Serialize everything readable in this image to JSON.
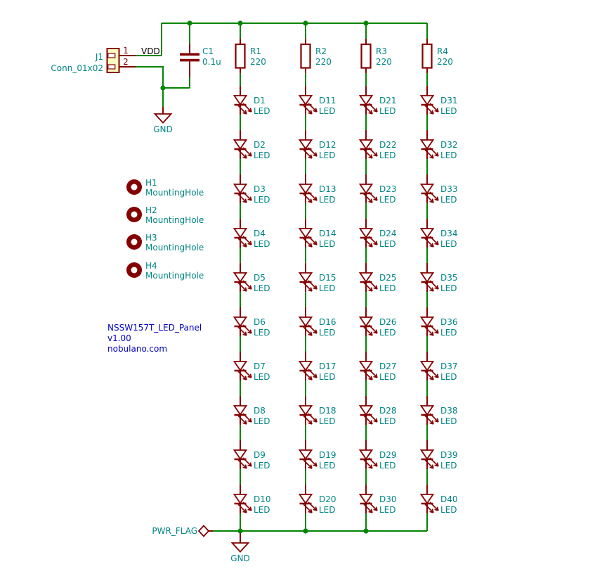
{
  "palette": {
    "background": "#FFFFFF",
    "wire": "#008400",
    "symbol": "#840000",
    "field_text": "#008484",
    "note_text": "#0000C2",
    "net_label_text": "#000000",
    "body_fill": "#FFFFC2"
  },
  "connector": {
    "ref": "J1",
    "value": "Conn_01x02",
    "pin1": "1",
    "pin2": "2"
  },
  "net_label_vdd": "VDD",
  "capacitor": {
    "ref": "C1",
    "value": "0.1u"
  },
  "gnd_top": "GND",
  "gnd_bottom": "GND",
  "pwr_flag": "PWR_FLAG",
  "columns": [
    {
      "resistor": {
        "ref": "R1",
        "value": "220"
      },
      "leds": [
        {
          "ref": "D1",
          "value": "LED"
        },
        {
          "ref": "D2",
          "value": "LED"
        },
        {
          "ref": "D3",
          "value": "LED"
        },
        {
          "ref": "D4",
          "value": "LED"
        },
        {
          "ref": "D5",
          "value": "LED"
        },
        {
          "ref": "D6",
          "value": "LED"
        },
        {
          "ref": "D7",
          "value": "LED"
        },
        {
          "ref": "D8",
          "value": "LED"
        },
        {
          "ref": "D9",
          "value": "LED"
        },
        {
          "ref": "D10",
          "value": "LED"
        }
      ]
    },
    {
      "resistor": {
        "ref": "R2",
        "value": "220"
      },
      "leds": [
        {
          "ref": "D11",
          "value": "LED"
        },
        {
          "ref": "D12",
          "value": "LED"
        },
        {
          "ref": "D13",
          "value": "LED"
        },
        {
          "ref": "D14",
          "value": "LED"
        },
        {
          "ref": "D15",
          "value": "LED"
        },
        {
          "ref": "D16",
          "value": "LED"
        },
        {
          "ref": "D17",
          "value": "LED"
        },
        {
          "ref": "D18",
          "value": "LED"
        },
        {
          "ref": "D19",
          "value": "LED"
        },
        {
          "ref": "D20",
          "value": "LED"
        }
      ]
    },
    {
      "resistor": {
        "ref": "R3",
        "value": "220"
      },
      "leds": [
        {
          "ref": "D21",
          "value": "LED"
        },
        {
          "ref": "D22",
          "value": "LED"
        },
        {
          "ref": "D23",
          "value": "LED"
        },
        {
          "ref": "D24",
          "value": "LED"
        },
        {
          "ref": "D25",
          "value": "LED"
        },
        {
          "ref": "D26",
          "value": "LED"
        },
        {
          "ref": "D27",
          "value": "LED"
        },
        {
          "ref": "D28",
          "value": "LED"
        },
        {
          "ref": "D29",
          "value": "LED"
        },
        {
          "ref": "D30",
          "value": "LED"
        }
      ]
    },
    {
      "resistor": {
        "ref": "R4",
        "value": "220"
      },
      "leds": [
        {
          "ref": "D31",
          "value": "LED"
        },
        {
          "ref": "D32",
          "value": "LED"
        },
        {
          "ref": "D33",
          "value": "LED"
        },
        {
          "ref": "D34",
          "value": "LED"
        },
        {
          "ref": "D35",
          "value": "LED"
        },
        {
          "ref": "D36",
          "value": "LED"
        },
        {
          "ref": "D37",
          "value": "LED"
        },
        {
          "ref": "D38",
          "value": "LED"
        },
        {
          "ref": "D39",
          "value": "LED"
        },
        {
          "ref": "D40",
          "value": "LED"
        }
      ]
    }
  ],
  "mounting_holes": [
    {
      "ref": "H1",
      "value": "MountingHole"
    },
    {
      "ref": "H2",
      "value": "MountingHole"
    },
    {
      "ref": "H3",
      "value": "MountingHole"
    },
    {
      "ref": "H4",
      "value": "MountingHole"
    }
  ],
  "title_block": {
    "line1": "NSSW157T_LED_Panel",
    "line2": "v1.00",
    "line3": "nobulano.com"
  }
}
